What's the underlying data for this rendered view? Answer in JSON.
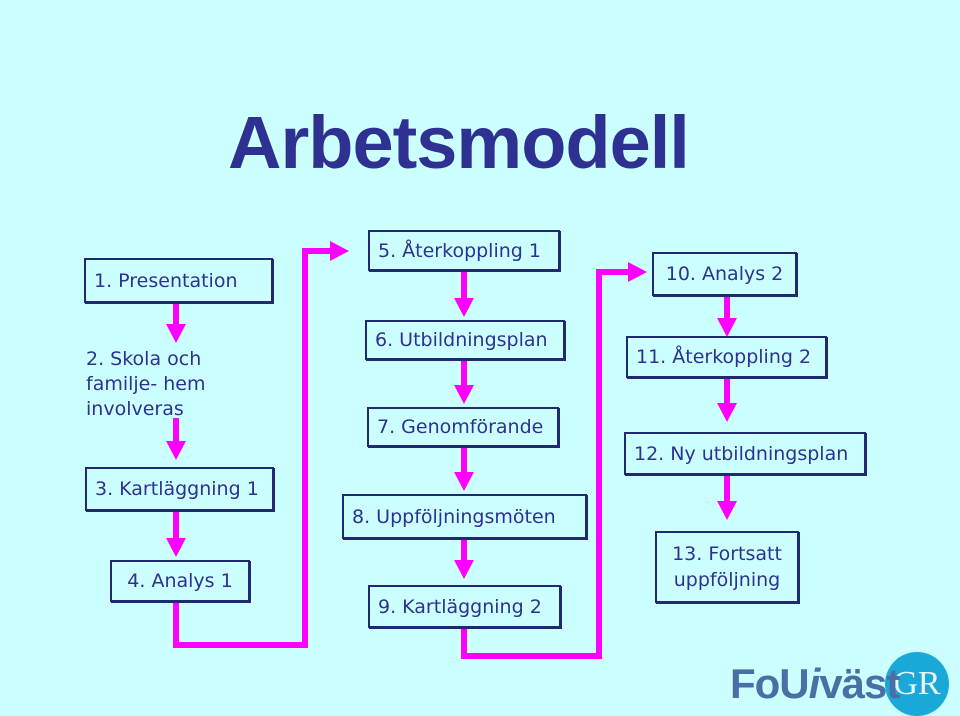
{
  "title": "Arbetsmodell",
  "colors": {
    "connector": "#ff00ff",
    "box_border": "#1f2a70",
    "text": "#2e3192",
    "background": "#ccffff"
  },
  "steps": [
    {
      "label": "1.   Presentation"
    },
    {
      "label": "2. Skola och familje- hem involveras"
    },
    {
      "label": "3. Kartläggning 1"
    },
    {
      "label": "4. Analys 1"
    },
    {
      "label": "5. Återkoppling 1"
    },
    {
      "label": "6. Utbildningsplan"
    },
    {
      "label": "7. Genomförande"
    },
    {
      "label": "8. Uppföljningsmöten"
    },
    {
      "label": "9. Kartläggning 2"
    },
    {
      "label": "10. Analys 2"
    },
    {
      "label": "11. Återkoppling 2"
    },
    {
      "label": "12. Ny utbildningsplan"
    },
    {
      "label": "13. Fortsatt uppföljning"
    }
  ],
  "logo": {
    "text_main": "FoU",
    "text_i": "i",
    "text_rest": "väst",
    "badge": "GR"
  }
}
